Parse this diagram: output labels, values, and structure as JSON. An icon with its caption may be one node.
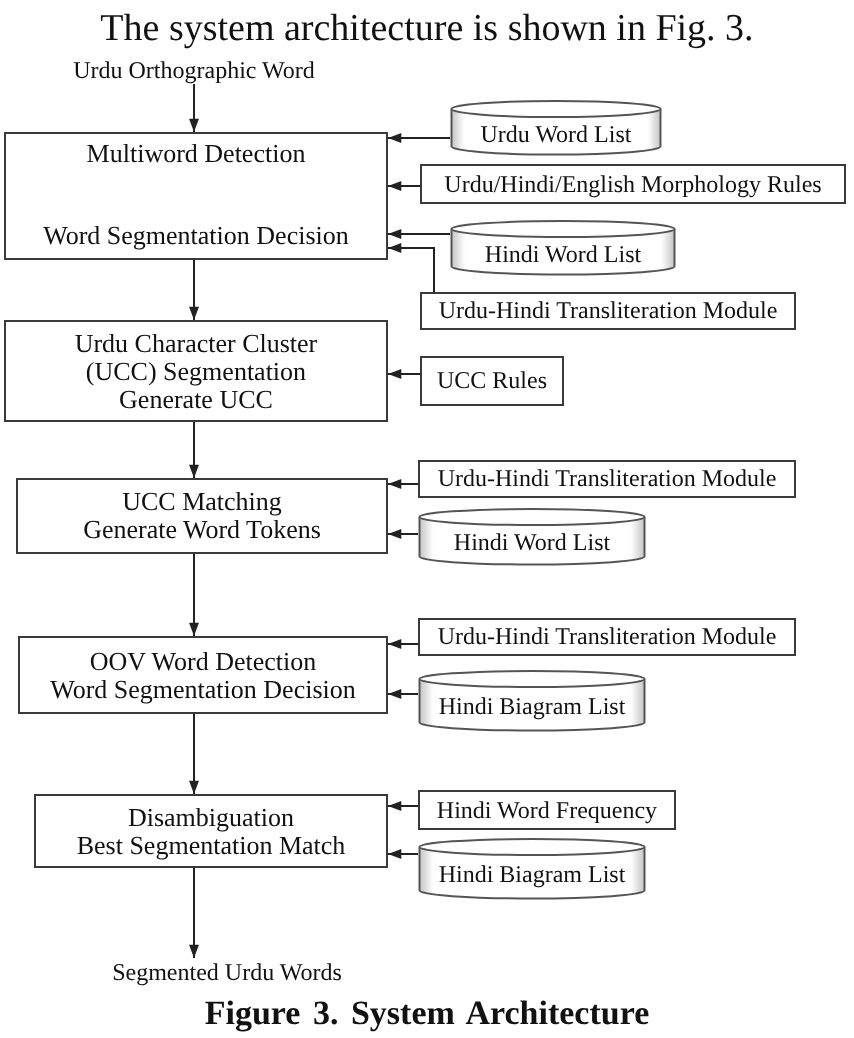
{
  "diagram": {
    "caption": "Figure 3. System Architecture",
    "nodes": [
      {
        "text": [
          "Urdu Orthographic Word"
        ]
      },
      {
        "text": [
          "Multiword Detection",
          "Word Segmentation Decision"
        ]
      },
      {
        "text": [
          "Urdu Word List"
        ]
      },
      {
        "text": [
          "Urdu/Hindi/English Morphology Rules"
        ]
      },
      {
        "text": [
          "Hindi Word List"
        ]
      },
      {
        "text": [
          "Urdu-Hindi Transliteration Module"
        ]
      },
      {
        "text": [
          "Urdu Character Cluster (UCC) Segmentation",
          "Generate UCC"
        ]
      },
      {
        "text": [
          "UCC Rules"
        ]
      },
      {
        "text": [
          "UCC Matching",
          "Generate Word Tokens"
        ]
      },
      {
        "text": [
          "Urdu-Hindi Transliteration Module"
        ]
      },
      {
        "text": [
          "Hindi Word List"
        ]
      },
      {
        "text": [
          "OOV Word Detection",
          "Word Segmentation Decision"
        ]
      },
      {
        "text": [
          "Urdu-Hindi Transliteration Module"
        ]
      },
      {
        "text": [
          "Hindi Biagram List"
        ]
      },
      {
        "text": [
          "Disambiguation",
          "Best Segmentation Match"
        ]
      },
      {
        "text": [
          "Hindi Word Frequency"
        ]
      },
      {
        "text": [
          "Hindi Biagram List"
        ]
      },
      {
        "text": [
          "Segmented Urdu Words"
        ]
      }
    ],
    "edges": [
      {
        "from": 0,
        "to": 1,
        "arrow": "to"
      },
      {
        "from": 2,
        "to": 1,
        "arrow": "to"
      },
      {
        "from": 3,
        "to": 1,
        "arrow": "to"
      },
      {
        "from": 4,
        "to": 1,
        "arrow": "to"
      },
      {
        "from": 5,
        "to": 1,
        "arrow": "to"
      },
      {
        "from": 1,
        "to": 6,
        "arrow": "to"
      },
      {
        "from": 7,
        "to": 6,
        "arrow": "to"
      },
      {
        "from": 6,
        "to": 8,
        "arrow": "to"
      },
      {
        "from": 9,
        "to": 8,
        "arrow": "to"
      },
      {
        "from": 10,
        "to": 8,
        "arrow": "to"
      },
      {
        "from": 8,
        "to": 11,
        "arrow": "to"
      },
      {
        "from": 12,
        "to": 11,
        "arrow": "to"
      },
      {
        "from": 13,
        "to": 11,
        "arrow": "to"
      },
      {
        "from": 11,
        "to": 14,
        "arrow": "to"
      },
      {
        "from": 15,
        "to": 14,
        "arrow": "to"
      },
      {
        "from": 16,
        "to": 14,
        "arrow": "to"
      },
      {
        "from": 14,
        "to": 17,
        "arrow": "to"
      }
    ],
    "labels": [
      "The system architecture is shown in Fig. 3."
    ]
  }
}
